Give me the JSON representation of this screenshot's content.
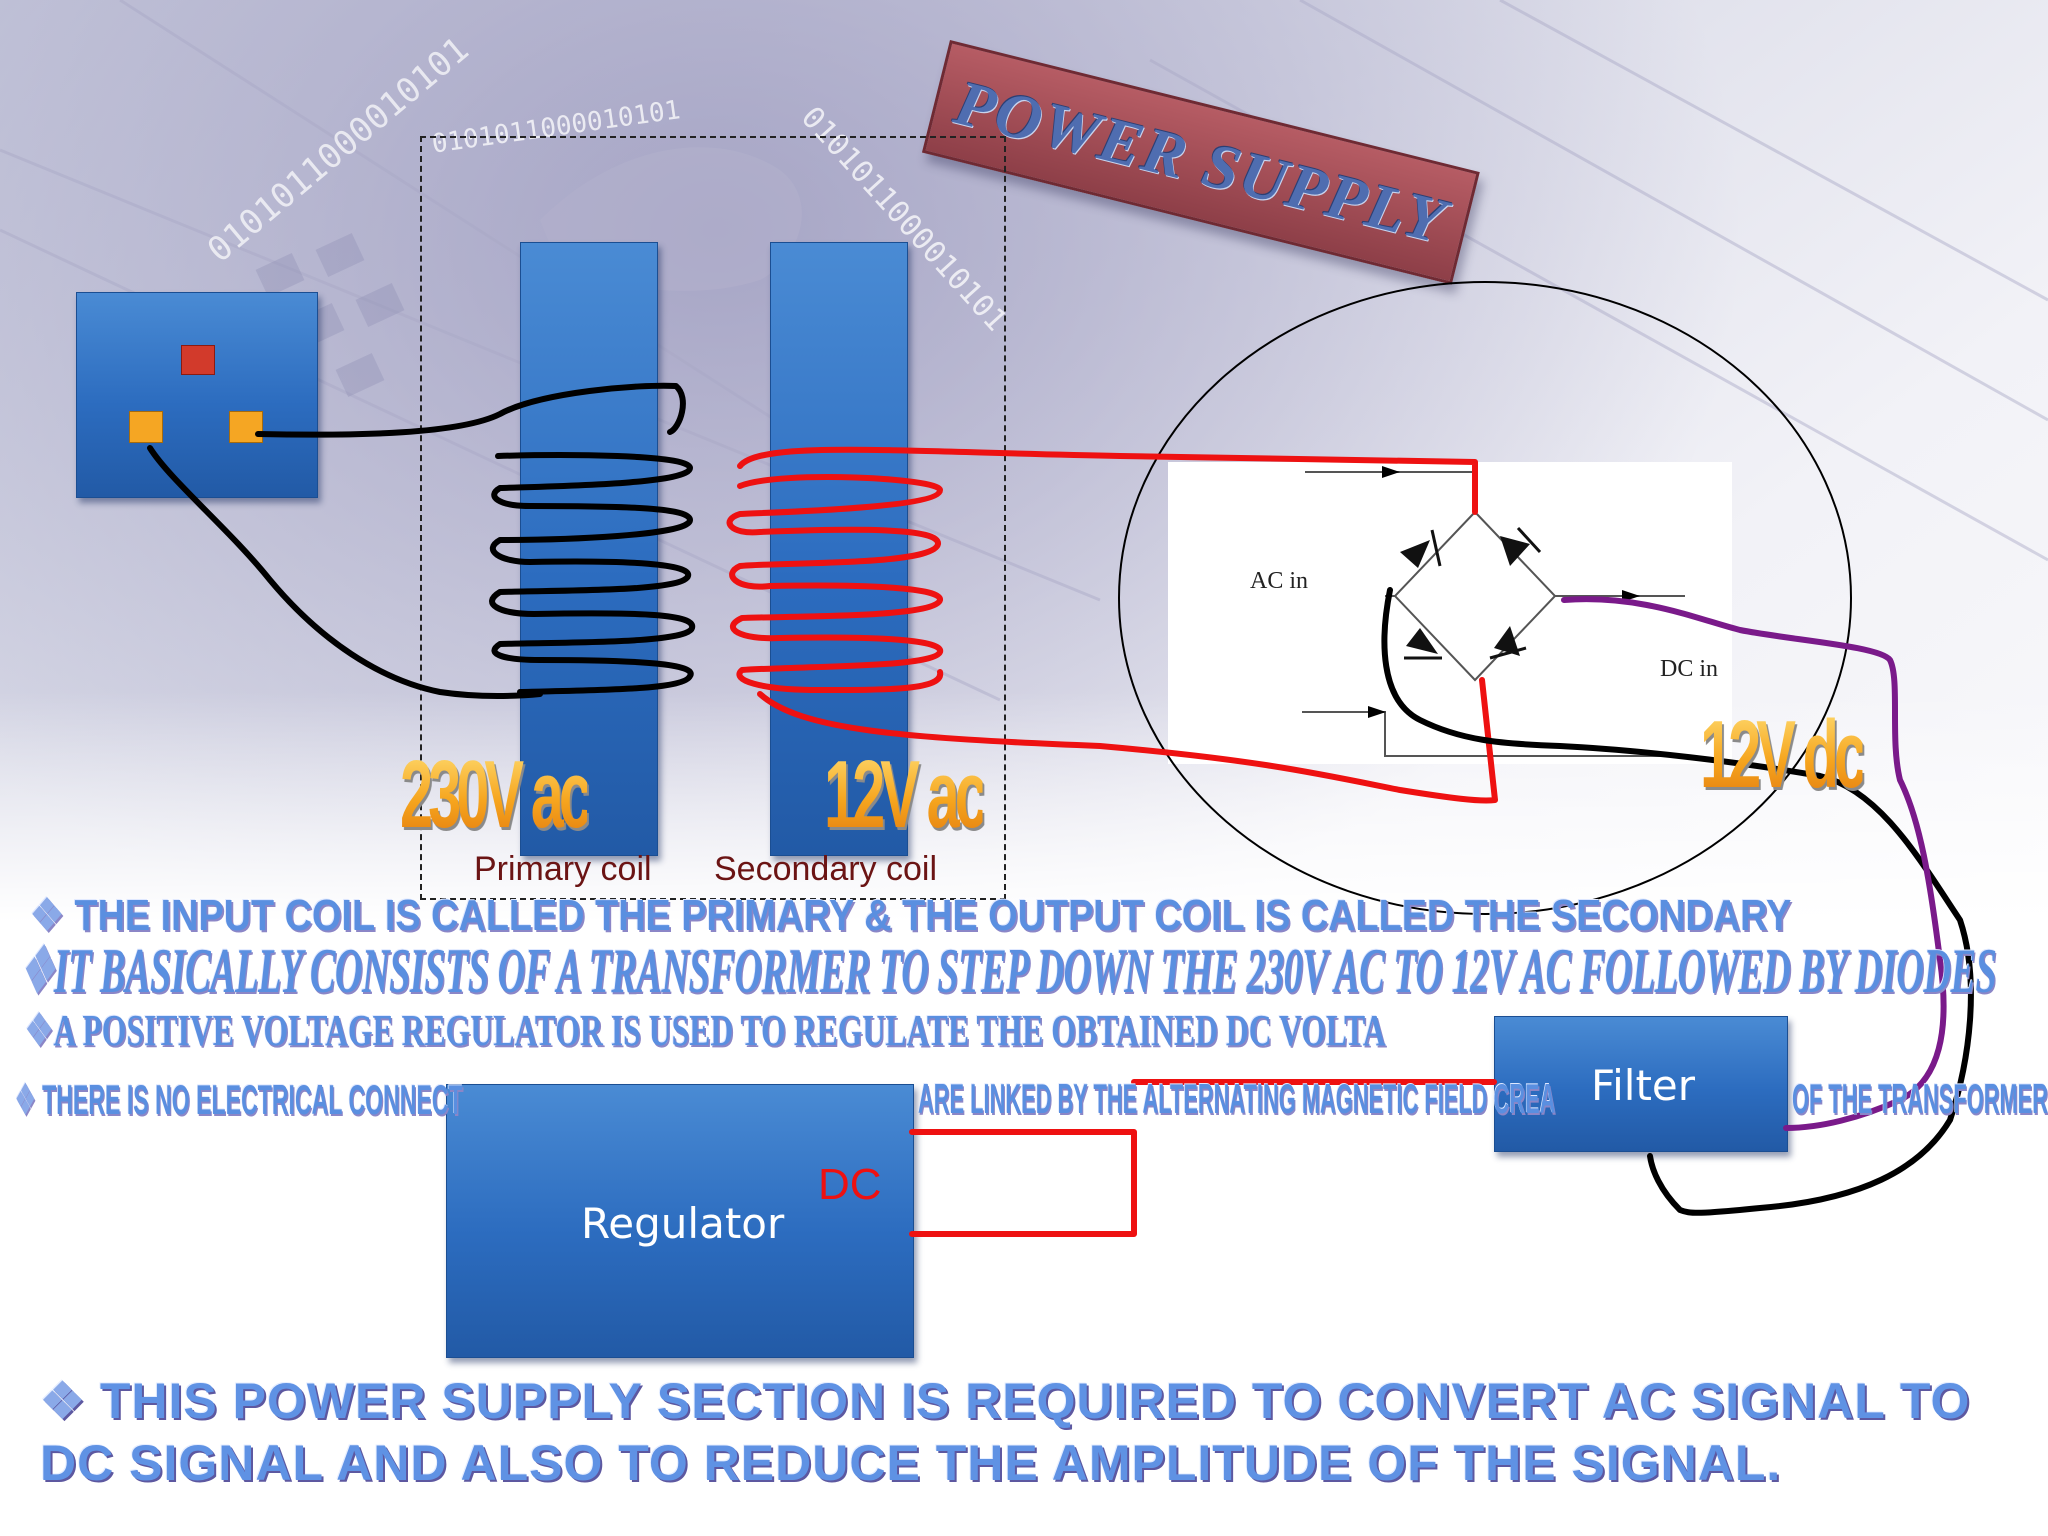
{
  "title_banner": "POWER SUPPLY",
  "transformer": {
    "primary_label": "Primary coil",
    "secondary_label": "Secondary coil",
    "primary_voltage": "230V ac",
    "secondary_voltage": "12V ac"
  },
  "rectifier": {
    "ac_in": "AC in",
    "dc_in": "DC in"
  },
  "dc_voltage": "12V dc",
  "filter_label": "Filter",
  "regulator_label": "Regulator",
  "dc_label": "DC",
  "overlapping_bullets": [
    "THE INPUT COIL IS CALLED THE PRIMARY & THE OUTPUT COIL IS CALLED THE SECONDARY",
    "IT BASICALLY CONSISTS OF A TRANSFORMER TO STEP DOWN THE 230V AC TO 12V AC FOLLOWED BY DIODES",
    "A POSITIVE VOLTAGE REGULATOR IS USED TO REGULATE THE OBTAINED DC VOLTA",
    "THERE IS NO ELECTRICAL CONNECT",
    "ARE LINKED BY THE ALTERNATING MAGNETIC FIELD CREA",
    "OF THE TRANSFORMER"
  ],
  "bottom_bullet": "THIS POWER SUPPLY SECTION IS REQUIRED TO CONVERT AC SIGNAL TO DC SIGNAL AND ALSO TO REDUCE THE AMPLITUDE OF THE SIGNAL.",
  "bullet_glyph": "❖",
  "background_binary": "0101011000010101",
  "colors": {
    "wire_red": "#ee1111",
    "wire_black": "#000000",
    "wire_purple": "#7a1a8a",
    "box_blue": "#2f6fc2",
    "voltage_orange": "#f39a1f",
    "banner_red": "#a44a52",
    "bullet_blue": "#5f92e4"
  }
}
